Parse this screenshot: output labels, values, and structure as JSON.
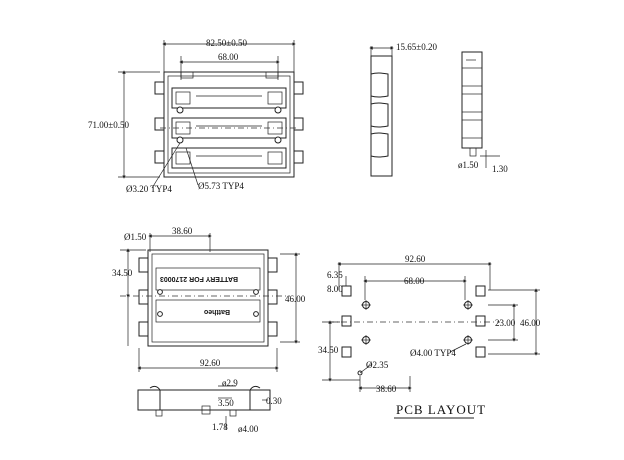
{
  "top_view": {
    "overall_width": "82.50±0.50",
    "inner_width": "68.00",
    "overall_height": "71.00±0.50",
    "hole_small": "Ø3.20 TYP4",
    "hole_large": "Ø5.73 TYP4"
  },
  "side_view": {
    "depth": "15.65±0.20",
    "pin_dia": "ø1.50",
    "pin_len": "1.30"
  },
  "bottom_view": {
    "pin_dia": "Ø1.50",
    "pitch": "38.60",
    "half_height": "34.50",
    "height": "46.00",
    "width": "92.60",
    "marking_1": "BATTERY FOR 2170003",
    "marking_2": "Battheo"
  },
  "front_view": {
    "pin_dia": "ø2.9",
    "dim_350": "3.50",
    "dim_030": "0.30",
    "dim_178": "1.78",
    "dim_400": "ø4.00"
  },
  "pcb_layout": {
    "width": "92.60",
    "inner": "68.00",
    "dim_635": "6.35",
    "dim_800": "8.00",
    "height": "46.00",
    "mid": "23.00",
    "half": "34.50",
    "pitch": "38.60",
    "hole_small": "Ø2.35",
    "hole_large": "Ø4.00 TYP4",
    "title": "PCB LAYOUT"
  }
}
